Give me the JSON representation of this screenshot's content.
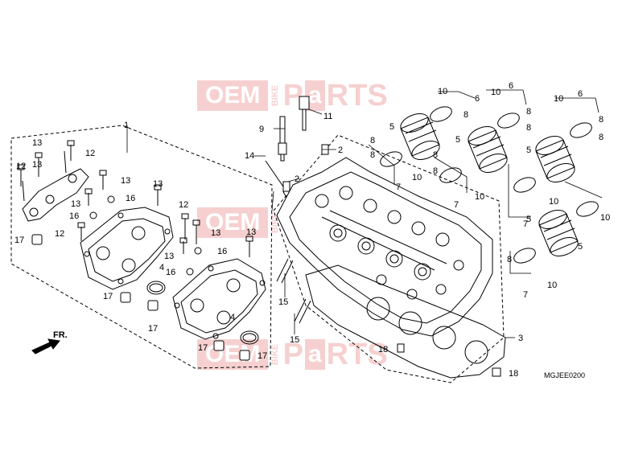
{
  "watermark": {
    "brand_left": "OEM",
    "brand_vertical": "BIKE",
    "brand_p": "P",
    "brand_a": "a",
    "brand_rts": "RTS"
  },
  "direction": "FR.",
  "ref_code": "MGJEE0200",
  "labels": {
    "l1": "1",
    "l2a": "2",
    "l2b": "2",
    "l3": "3",
    "l4a": "4",
    "l4b": "4",
    "l5a": "5",
    "l5b": "5",
    "l5c": "5",
    "l5d": "5",
    "l5e": "5",
    "l6a": "6",
    "l6b": "6",
    "l6c": "6",
    "l7a": "7",
    "l7b": "7",
    "l7c": "7",
    "l7d": "7",
    "l8a": "8",
    "l8b": "8",
    "l8c": "8",
    "l8d": "8",
    "l8e": "8",
    "l8f": "8",
    "l8g": "8",
    "l8h": "8",
    "l8i": "8",
    "l8j": "8",
    "l9": "9",
    "l10a": "10",
    "l10b": "10",
    "l10c": "10",
    "l10d": "10",
    "l10e": "10",
    "l10f": "10",
    "l10g": "10",
    "l10h": "10",
    "l11": "11",
    "l12a": "12",
    "l12b": "12",
    "l12c": "12",
    "l12d": "12",
    "l13a": "13",
    "l13b": "13",
    "l13c": "13",
    "l13d": "13",
    "l13e": "13",
    "l13f": "13",
    "l13g": "13",
    "l13h": "13",
    "l14": "14",
    "l15a": "15",
    "l15b": "15",
    "l16a": "16",
    "l16b": "16",
    "l16c": "16",
    "l16d": "16",
    "l17a": "17",
    "l17b": "17",
    "l17c": "17",
    "l17d": "17",
    "l17e": "17",
    "l18a": "18",
    "l18b": "18"
  }
}
